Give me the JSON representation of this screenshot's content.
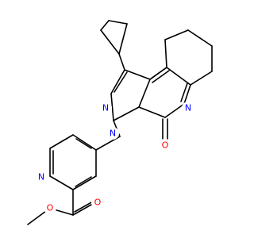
{
  "molecule": {
    "atoms": [
      {
        "label": "N",
        "color": "#0000ff"
      },
      {
        "label": "N",
        "color": "#0000ff"
      },
      {
        "label": "N",
        "color": "#0000ff"
      },
      {
        "label": "N",
        "color": "#0000ff"
      },
      {
        "label": "O",
        "color": "#ff0000"
      },
      {
        "label": "O",
        "color": "#ff0000"
      },
      {
        "label": "O",
        "color": "#ff0000"
      }
    ]
  }
}
